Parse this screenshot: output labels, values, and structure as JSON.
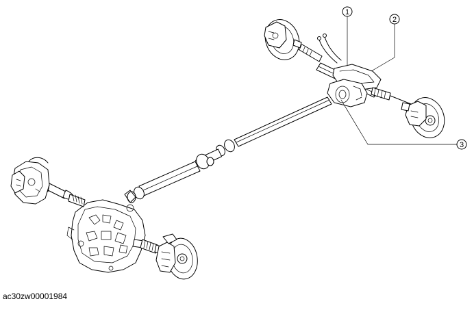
{
  "figure_code": "ac30zw00001984",
  "callouts": [
    {
      "id": "callout-1",
      "label": "1"
    },
    {
      "id": "callout-2",
      "label": "2"
    },
    {
      "id": "callout-3",
      "label": "3"
    }
  ]
}
